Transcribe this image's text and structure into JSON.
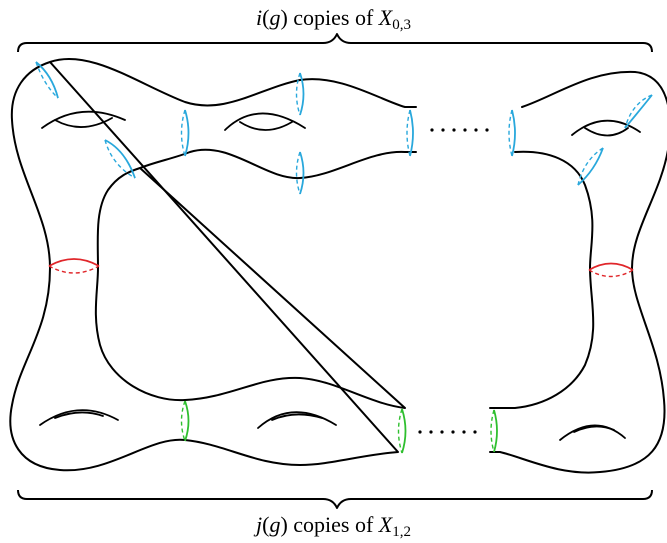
{
  "labels": {
    "top": {
      "func": "i",
      "arg": "g",
      "middle": "copies of",
      "space": "X",
      "subscript": "0,3"
    },
    "bottom": {
      "func": "j",
      "arg": "g",
      "middle": "copies of",
      "space": "X",
      "subscript": "1,2"
    }
  },
  "colors": {
    "outline": "#000000",
    "top_curves": "#29a8dc",
    "side_curves": "#e0262a",
    "bottom_curves": "#2fbf2f"
  },
  "icons": [
    "curly-brace-top",
    "curly-brace-bottom",
    "ellipsis-dots"
  ]
}
